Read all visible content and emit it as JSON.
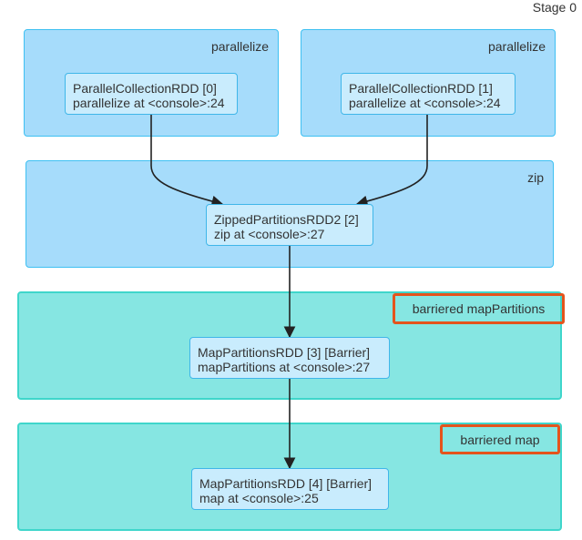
{
  "stage": {
    "label": "Stage 0"
  },
  "clusters": {
    "parallelize_left": {
      "label": "parallelize"
    },
    "parallelize_right": {
      "label": "parallelize"
    },
    "zip": {
      "label": "zip"
    },
    "barriered_map_partitions": {
      "label": "barriered mapPartitions"
    },
    "barriered_map": {
      "label": "barriered map"
    }
  },
  "nodes": {
    "rdd0": {
      "title": "ParallelCollectionRDD [0]",
      "subtitle": "parallelize at <console>:24"
    },
    "rdd1": {
      "title": "ParallelCollectionRDD [1]",
      "subtitle": "parallelize at <console>:24"
    },
    "rdd2": {
      "title": "ZippedPartitionsRDD2 [2]",
      "subtitle": "zip at <console>:27"
    },
    "rdd3": {
      "title": "MapPartitionsRDD [3] [Barrier]",
      "subtitle": "mapPartitions at <console>:27"
    },
    "rdd4": {
      "title": "MapPartitionsRDD [4] [Barrier]",
      "subtitle": "map at <console>:25"
    }
  },
  "edges": [
    {
      "from": "rdd0",
      "to": "rdd2"
    },
    {
      "from": "rdd1",
      "to": "rdd2"
    },
    {
      "from": "rdd2",
      "to": "rdd3"
    },
    {
      "from": "rdd3",
      "to": "rdd4"
    }
  ],
  "colors": {
    "stage_cluster_fill": "#a6dcfb",
    "barrier_cluster_fill": "#86e6e2",
    "node_fill": "#c9ecfd",
    "highlight": "#e4541d"
  }
}
